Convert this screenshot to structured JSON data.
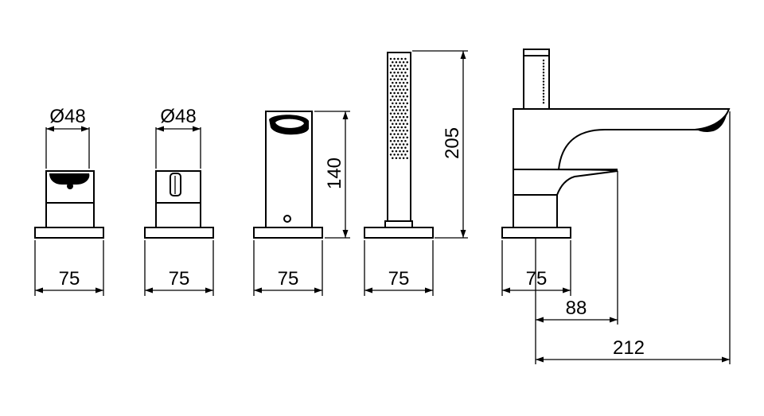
{
  "components": [
    {
      "name": "left-handle-control",
      "diameter": "Ø48",
      "width": "75"
    },
    {
      "name": "right-handle-control",
      "diameter": "Ø48",
      "width": "75"
    },
    {
      "name": "bath-spout",
      "height": "140",
      "width": "75"
    },
    {
      "name": "hand-shower",
      "height": "205",
      "width": "75"
    },
    {
      "name": "diverter-spout",
      "width": "75",
      "projection_inner": "88",
      "projection_total": "212"
    }
  ]
}
